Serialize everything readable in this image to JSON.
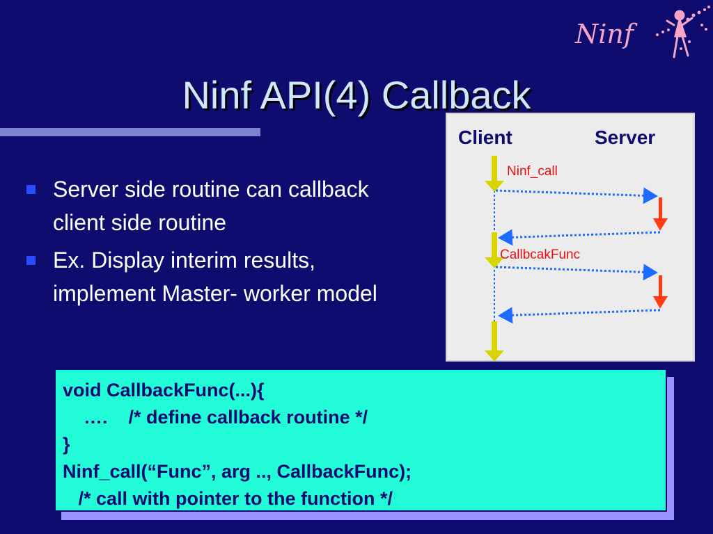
{
  "slide": {
    "title": "Ninf API(4) Callback",
    "logo_text": "Ninf"
  },
  "bullets": [
    {
      "text": "Server side routine can callback client side routine"
    },
    {
      "text": "Ex. Display interim results, implement Master- worker model"
    }
  ],
  "diagram": {
    "client_label": "Client",
    "server_label": "Server",
    "call_label": "Ninf_call",
    "callback_label": "CallbcakFunc"
  },
  "code": {
    "lines": [
      "void CallbackFunc(...){",
      "    ….    /* define callback routine */",
      "}",
      "Ninf_call(“Func”, arg .., CallbackFunc);",
      "   /* call with pointer to the function */"
    ]
  },
  "colors": {
    "background": "#0e0d6f",
    "title": "#cfe8ff",
    "accent_bar": "#7c83cf",
    "bullet": "#2a4cff",
    "code_box": "#22fbd7",
    "client_arrow": "#d9d400",
    "server_arrow": "#ff3b0f",
    "message_arrow": "#1e6bff",
    "label_red": "#e81010"
  }
}
